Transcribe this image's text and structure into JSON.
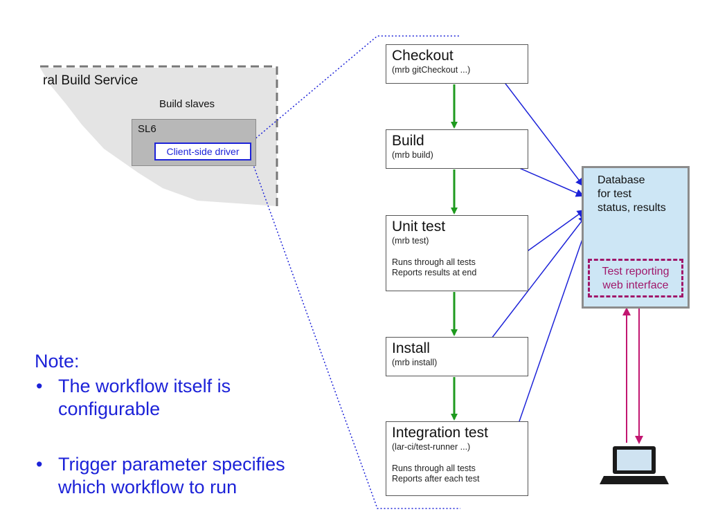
{
  "build_service": {
    "title": "ral Build Service",
    "slaves_label": "Build slaves",
    "sl6_label": "SL6",
    "driver_label": "Client-side driver"
  },
  "steps": [
    {
      "title": "Checkout",
      "cmd": "(mrb gitCheckout ...)",
      "notes": []
    },
    {
      "title": "Build",
      "cmd": "(mrb build)",
      "notes": []
    },
    {
      "title": "Unit test",
      "cmd": "(mrb test)",
      "notes": [
        "Runs through all tests",
        "Reports results at end"
      ]
    },
    {
      "title": "Install",
      "cmd": "(mrb install)",
      "notes": []
    },
    {
      "title": "Integration test",
      "cmd": "(lar-ci/test-runner ...)",
      "notes": [
        "Runs through all tests",
        "Reports after each test"
      ]
    }
  ],
  "database": {
    "lines": [
      "Database",
      "for test",
      "status, results"
    ]
  },
  "reporting": {
    "lines": [
      "Test reporting",
      "web interface"
    ]
  },
  "note": {
    "heading": "Note:",
    "bullets": [
      [
        "The workflow itself is",
        "configurable"
      ],
      [
        "Trigger parameter specifies",
        "which workflow to run"
      ]
    ]
  },
  "icons": [
    "laptop-icon"
  ],
  "colors": {
    "blue": "#1c22d8",
    "green": "#1e9a1e",
    "magenta": "#c21670",
    "db_fill": "#cde6f5"
  }
}
